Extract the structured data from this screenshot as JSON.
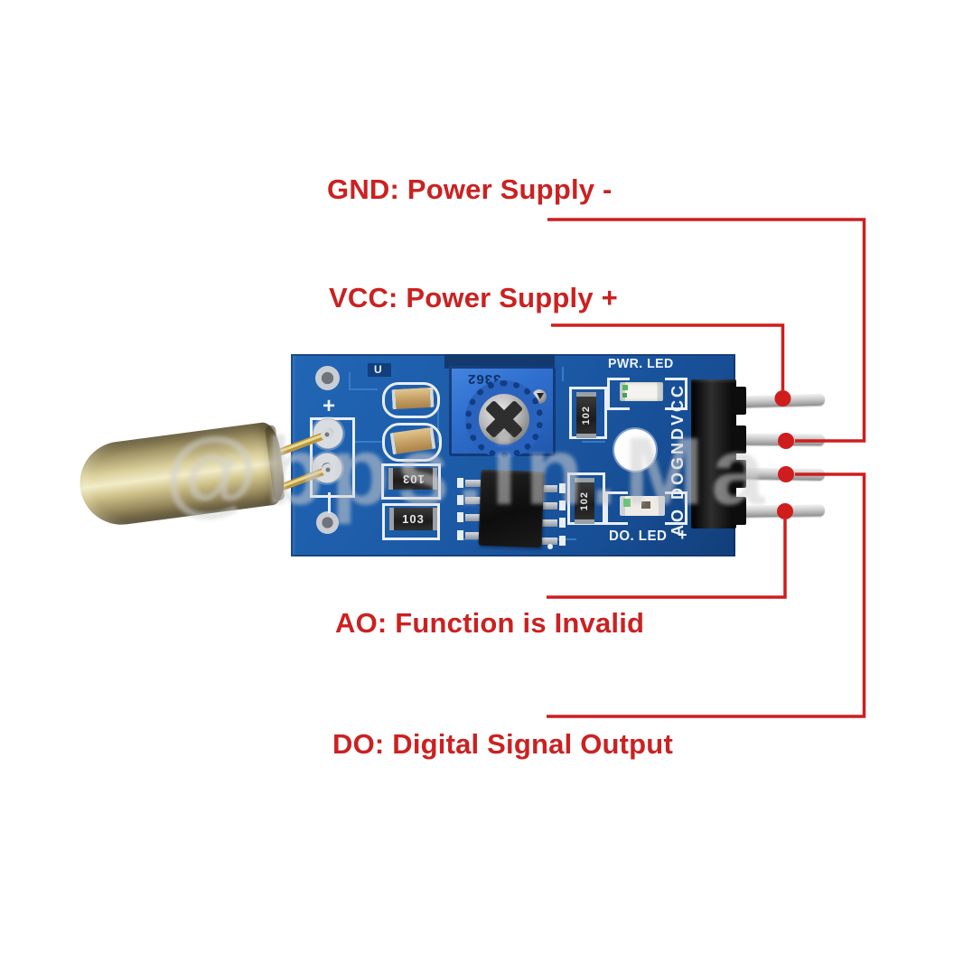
{
  "accent_red": "#cb2121",
  "pcb_blue": "#1c5aa6",
  "annotations": [
    {
      "id": "gnd",
      "label": "GND: Power Supply -",
      "connects_to_pin": "GND"
    },
    {
      "id": "vcc",
      "label": "VCC: Power Supply +",
      "connects_to_pin": "VCC"
    },
    {
      "id": "ao",
      "label": "AO: Function is Invalid",
      "connects_to_pin": "AO"
    },
    {
      "id": "do",
      "label": "DO: Digital Signal Output",
      "connects_to_pin": "DO"
    }
  ],
  "module": {
    "silkscreen": {
      "pwr_led_label": "PWR. LED",
      "do_led_label": "DO. LED",
      "do_led_plus": "+",
      "pin_header_labels": "AO DOGNDVCC",
      "tilt_switch_plus": "+",
      "u_mark": "U"
    },
    "pins_top_to_bottom": [
      "VCC",
      "GND",
      "DO",
      "AO"
    ],
    "components": {
      "trimmer_marking": "3362",
      "resistor_markings": [
        "103",
        "103",
        "102",
        "102"
      ]
    }
  },
  "watermark": {
    "text": "@bps.in.Ma"
  }
}
